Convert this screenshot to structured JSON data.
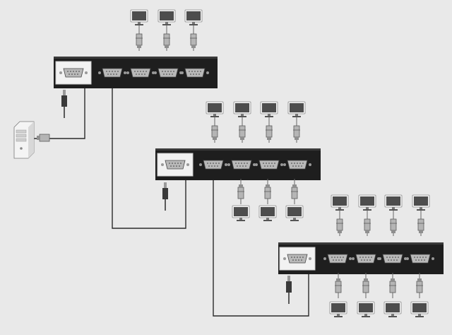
{
  "diagram": {
    "colors": {
      "background": "#e9e9e9",
      "splitter_body": "#1e1e1e",
      "splitter_top": "#3a3a3a",
      "port_fill": "#b9b9b9",
      "port_stroke": "#4a4a4a",
      "input_panel": "#f2f2f2",
      "cable": "#2a2a2a",
      "connector": "#b5b5b5",
      "monitor_screen": "#4d4d4d",
      "monitor_frame": "#f4f4f4"
    },
    "source": {
      "icon": "desktop-pc-icon",
      "label": "Computer"
    },
    "splitters": [
      {
        "id": "splitter-1",
        "icon": "vga-splitter-icon",
        "input_ports": 1,
        "output_ports": 4,
        "monitors_above": 3,
        "monitors_below": 0,
        "cascade_from": "source"
      },
      {
        "id": "splitter-2",
        "icon": "vga-splitter-icon",
        "input_ports": 1,
        "output_ports": 4,
        "monitors_above": 4,
        "monitors_below": 3,
        "cascade_from": "splitter-1"
      },
      {
        "id": "splitter-3",
        "icon": "vga-splitter-icon",
        "input_ports": 1,
        "output_ports": 4,
        "monitors_above": 4,
        "monitors_below": 4,
        "cascade_from": "splitter-2"
      }
    ],
    "icons": {
      "monitor": "monitor-icon",
      "vga_plug": "vga-plug-icon",
      "power_plug": "power-plug-icon",
      "port": "vga-port-icon"
    }
  }
}
